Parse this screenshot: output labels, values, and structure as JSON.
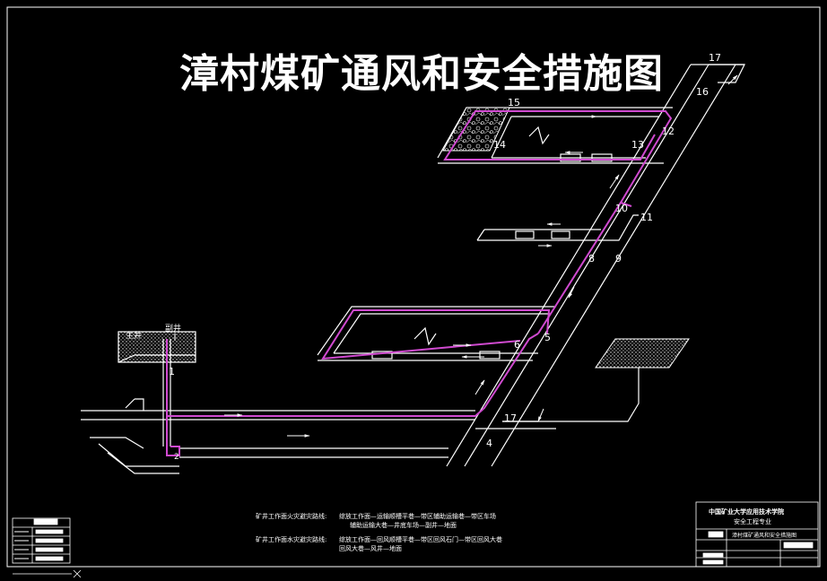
{
  "title": "漳村煤矿通风和安全措施图",
  "labels": {
    "n1": "1",
    "n2": "2",
    "n4": "4",
    "n5": "5",
    "n6": "6",
    "n8": "8",
    "n9": "9",
    "n10": "10",
    "n11": "11",
    "n12": "12",
    "n13": "13",
    "n14": "14",
    "n15": "15",
    "n16": "16",
    "n17a": "17",
    "n17b": "17",
    "shaft_main": "主井",
    "shaft_aux": "副井"
  },
  "notes": {
    "fire_label": "矿井工作面火灾避灾路线:",
    "fire_route_1": "综放工作面—运输顺槽平巷—带区辅助运输巷—带区车场",
    "fire_route_2": "辅助运输大巷—井底车场—副井—地面",
    "water_label": "矿井工作面水灾避灾路线:",
    "water_route_1": "综放工作面—回风顺槽平巷—带区回风石门—带区回风大巷",
    "water_route_2": "回风大巷—风井—地面"
  },
  "title_block": {
    "school": "中国矿业大学应用技术学院",
    "major": "安全工程专业",
    "drawing_name": "漳村煤矿通风和安全措施图"
  },
  "colors": {
    "line": "#ffffff",
    "route": "#d04ad0",
    "accent": "#ffffff",
    "bg": "#000000"
  }
}
